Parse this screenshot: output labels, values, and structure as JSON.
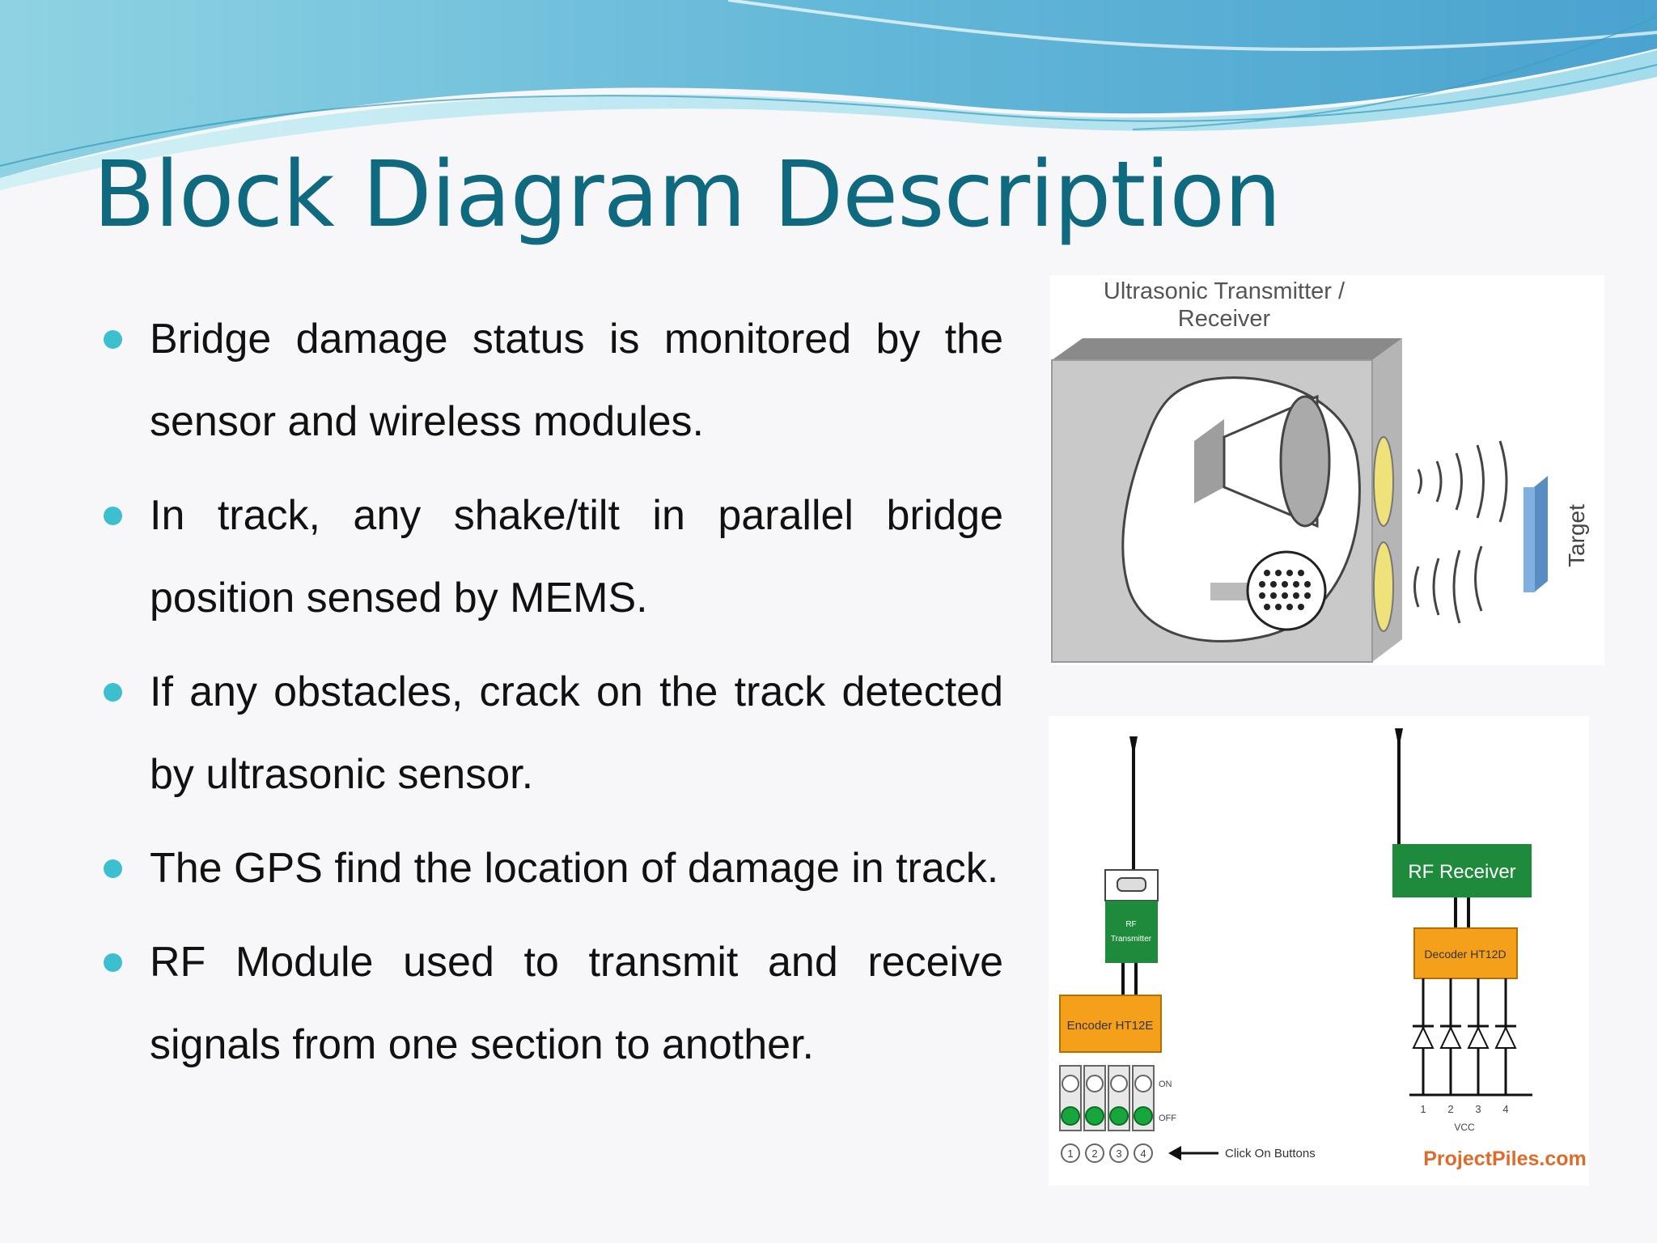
{
  "slide": {
    "title": "Block Diagram Description",
    "bullets": [
      "Bridge damage status is monitored by the sensor and wireless modules.",
      "In track, any shake/tilt in parallel bridge position sensed by MEMS.",
      "If any obstacles, crack on the track detected by ultrasonic sensor.",
      "The GPS find the location of damage in track.",
      "RF Module used to transmit and receive signals from one section to another."
    ]
  },
  "ultrasonic_figure": {
    "caption_line1": "Ultrasonic Transmitter /",
    "caption_line2": "Receiver",
    "target_label": "Target"
  },
  "rf_figure": {
    "transmitter_label_line1": "RF",
    "transmitter_label_line2": "Transmitter",
    "encoder_label": "Encoder HT12E",
    "receiver_label": "RF Receiver",
    "decoder_label": "Decoder HT12D",
    "on_label": "ON",
    "off_label": "OFF",
    "button_numbers": [
      "1",
      "2",
      "3",
      "4"
    ],
    "output_numbers": [
      "1",
      "2",
      "3",
      "4"
    ],
    "vcc_label": "VCC",
    "click_label": "Click On Buttons",
    "watermark": "ProjectPiles.com"
  },
  "colors": {
    "title": "#0f6a80",
    "bullet": "#3cc0cf",
    "module_green": "#1e8a3c",
    "chip_orange": "#f5a01a",
    "speaker_yellow": "#f0e27a",
    "target_blue": "#6b9fd4",
    "watermark": "#e06a2a"
  }
}
